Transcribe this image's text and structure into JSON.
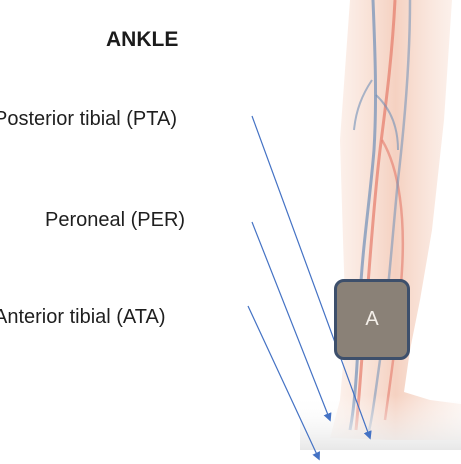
{
  "title": "ANKLE",
  "labels": {
    "pta": "Posterior tibial (PTA)",
    "per": "Peroneal (PER)",
    "ata": "Anterior tibial (ATA)"
  },
  "badge": {
    "text": "A"
  },
  "colors": {
    "arrow": "#4472c4",
    "badge_fill": "#8a8177",
    "badge_border": "#3d4f6b",
    "leg_skin": "#f7dcd0",
    "artery": "#e57a6a",
    "vein": "#6f8fb8"
  },
  "icons": [
    "leg-anatomy-illustration",
    "arrow-pta",
    "arrow-per",
    "arrow-ata"
  ]
}
